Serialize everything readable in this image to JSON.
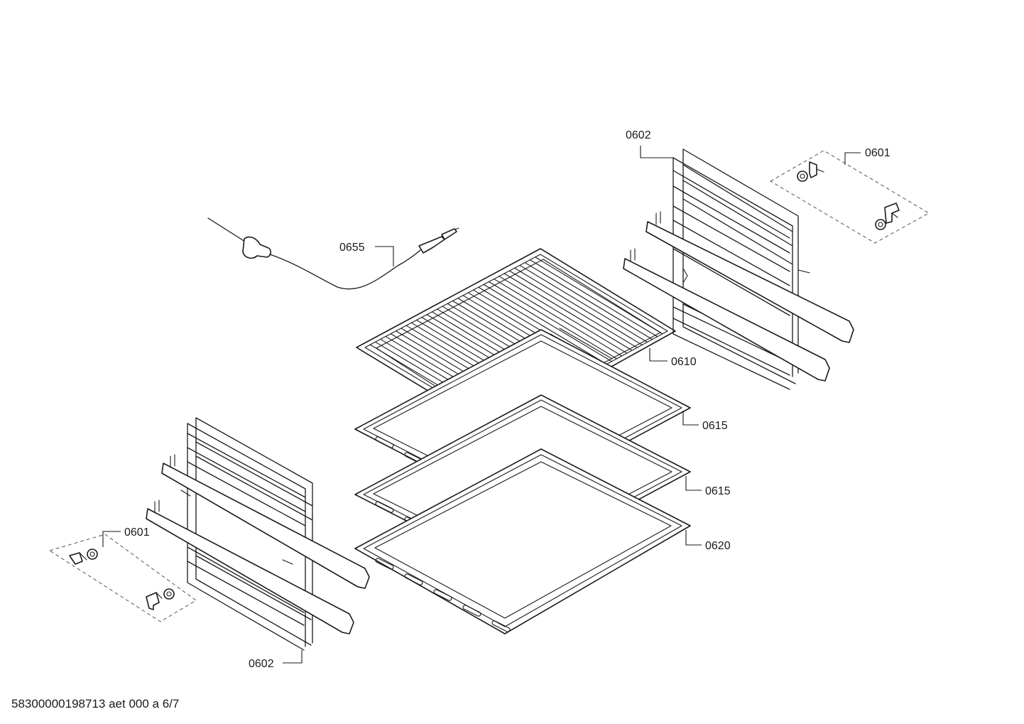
{
  "callouts": {
    "probe": "0655",
    "rack_right": "0602",
    "clips_right": "0601",
    "grid_shelf": "0610",
    "tray_upper": "0615",
    "tray_middle": "0615",
    "tray_deep": "0620",
    "clips_left": "0601",
    "rack_left": "0602"
  },
  "footer": {
    "document_ref": "58300000198713 aet 000 a 6/7"
  }
}
